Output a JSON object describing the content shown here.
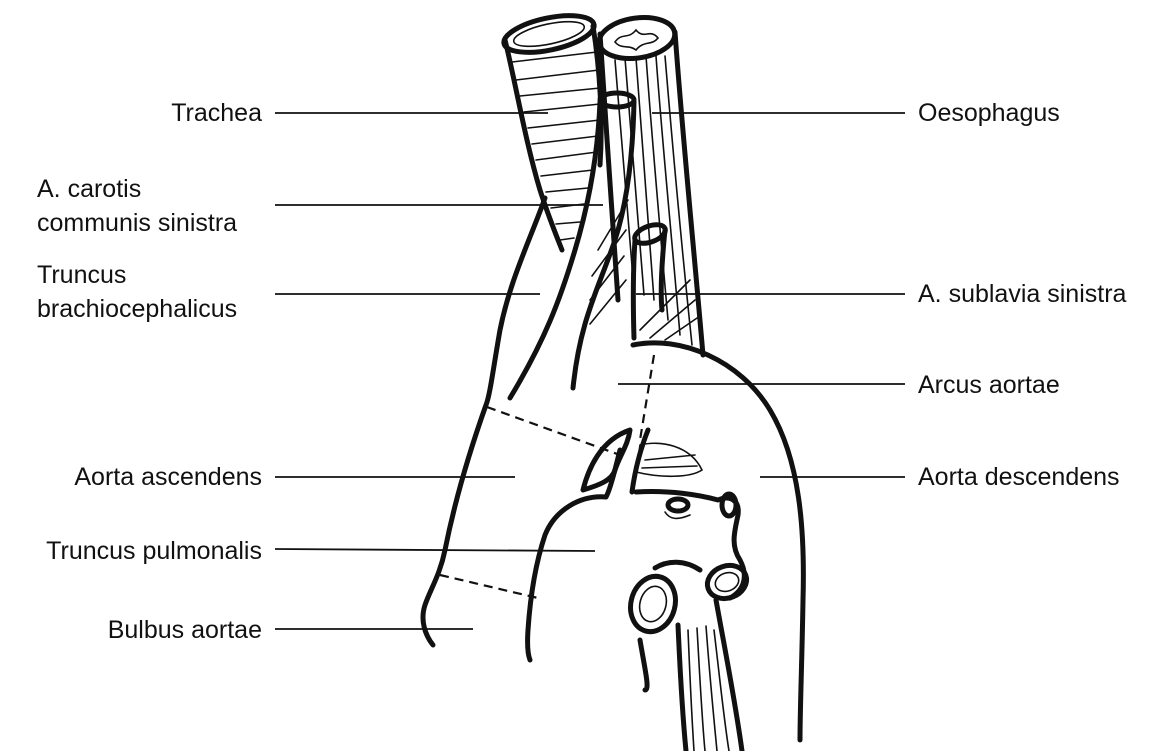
{
  "labels": {
    "trachea": "Trachea",
    "carotis_line1": "A. carotis",
    "carotis_line2": "communis sinistra",
    "truncus_bc_line1": "Truncus",
    "truncus_bc_line2": "brachiocephalicus",
    "aorta_ascendens": "Aorta ascendens",
    "truncus_pulmonalis": "Truncus pulmonalis",
    "bulbus_aortae": "Bulbus aortae",
    "oesophagus": "Oesophagus",
    "subclavia": "A. sublavia sinistra",
    "arcus_aortae": "Arcus aortae",
    "aorta_descendens": "Aorta descendens"
  }
}
